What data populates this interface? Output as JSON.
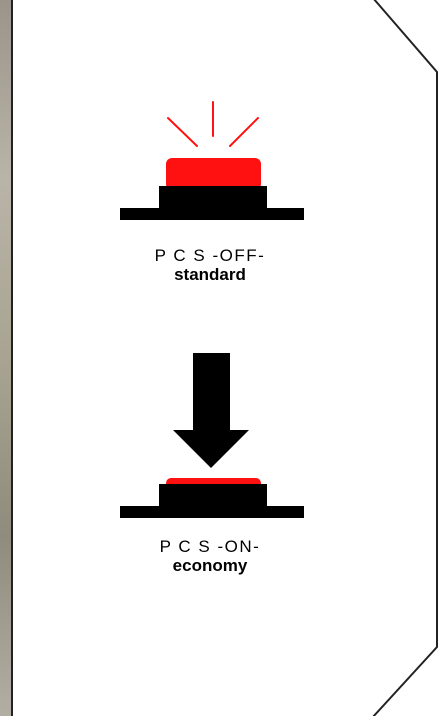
{
  "panel": {
    "states": [
      {
        "code": "P C S -OFF-",
        "mode": "standard",
        "button_state": "raised, lit"
      },
      {
        "code": "P C S -ON-",
        "mode": "economy",
        "button_state": "pressed"
      }
    ],
    "transition": "down-arrow"
  },
  "colors": {
    "button_red": "#ff1111",
    "button_base": "#000000",
    "arrow": "#000000",
    "panel_border": "#222222",
    "panel_fill": "#ffffff"
  }
}
